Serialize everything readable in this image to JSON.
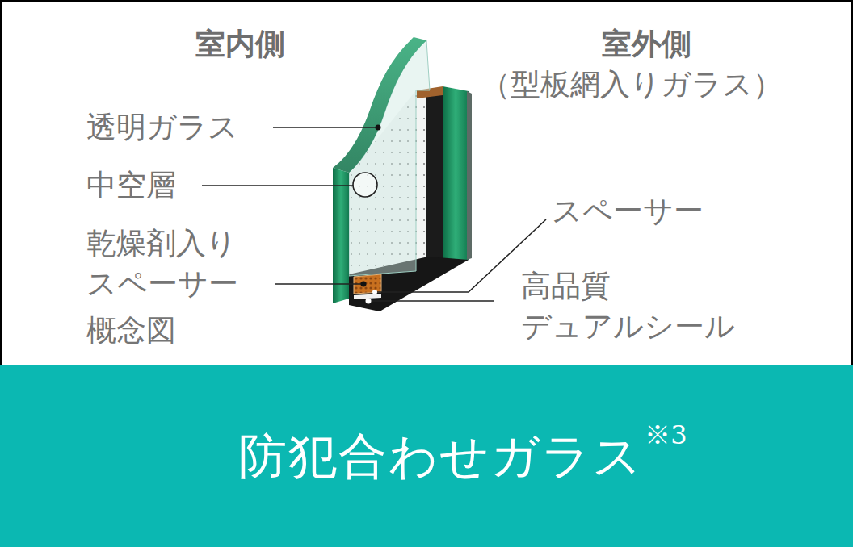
{
  "diagram": {
    "nodes": [
      {
        "text": [
          "防犯合わせガラス",
          "※3"
        ]
      }
    ],
    "labels": [
      "室内側",
      "室外側",
      "（型板網入りガラス）",
      "透明ガラス",
      "中空層",
      "乾燥剤入り スペーサー",
      "概念図",
      "スペーサー",
      "高品質 デュアルシール"
    ]
  }
}
